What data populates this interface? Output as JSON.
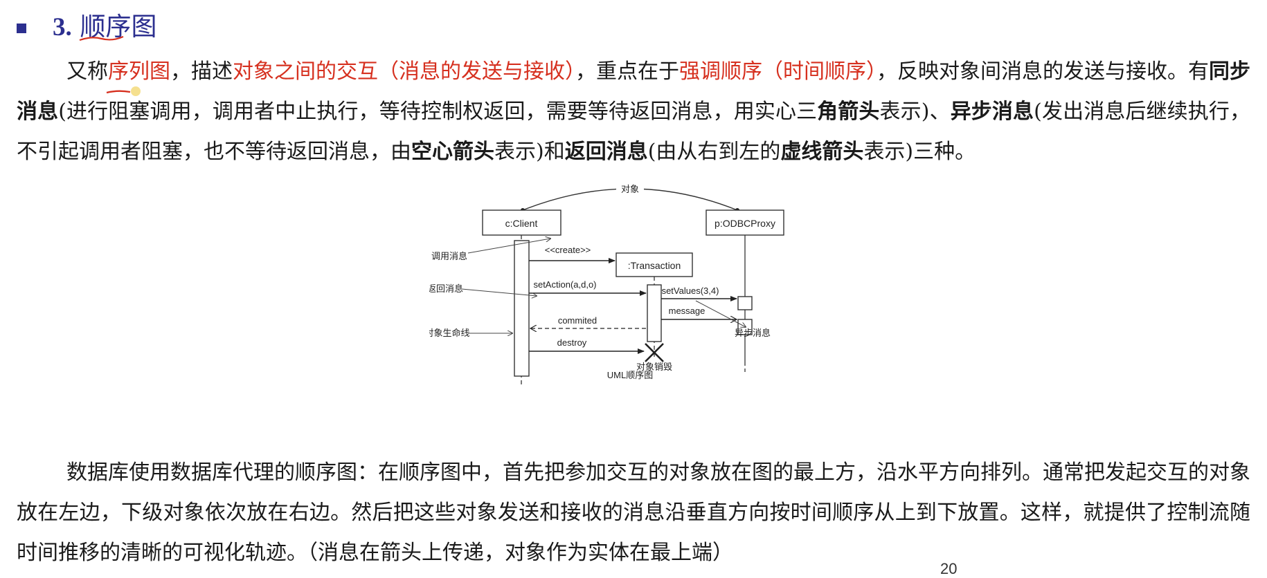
{
  "heading": {
    "number": "3.",
    "title": "顺序图"
  },
  "paragraph1": [
    {
      "t": "又称",
      "s": ""
    },
    {
      "t": "序列图",
      "s": "red"
    },
    {
      "t": "，描述",
      "s": ""
    },
    {
      "t": "对象之间的交互（消息的发送与接收）",
      "s": "red"
    },
    {
      "t": "，重点在于",
      "s": ""
    },
    {
      "t": "强调顺序（时间顺序）",
      "s": "red"
    },
    {
      "t": "，反映对象间消息的发送与接收。有",
      "s": ""
    },
    {
      "t": "同步消息",
      "s": "bold"
    },
    {
      "t": "(进行阻塞调用，调用者中止执行，等待控制权返回，需要等待返回消息，用实心三",
      "s": ""
    },
    {
      "t": "角箭头",
      "s": "bold"
    },
    {
      "t": "表示)、",
      "s": ""
    },
    {
      "t": "异步消息",
      "s": "bold"
    },
    {
      "t": "(发出消息后继续执行，不引起调用者阻塞，也不等待返回消息，由",
      "s": ""
    },
    {
      "t": "空心箭头",
      "s": "bold"
    },
    {
      "t": "表示)和",
      "s": ""
    },
    {
      "t": "返回消息",
      "s": "bold"
    },
    {
      "t": "(由从右到左的",
      "s": ""
    },
    {
      "t": "虚线箭头",
      "s": "bold"
    },
    {
      "t": "表示)三种。",
      "s": ""
    }
  ],
  "diagram": {
    "top_label": "对象",
    "objects": {
      "client": "c:Client",
      "proxy": "p:ODBCProxy",
      "transaction": ":Transaction"
    },
    "messages": {
      "create": "<<create>>",
      "set_action": "setAction(a,d,o)",
      "set_values": "setValues(3,4)",
      "message": "message",
      "commited": "commited",
      "destroy": "destroy"
    },
    "annotations": {
      "call_message": "调用消息",
      "return_message": "返回消息",
      "lifeline": "对象生命线",
      "destroy_object": "对象销毁",
      "async_message": "异步消息"
    },
    "caption": "UML顺序图"
  },
  "paragraph2": "数据库使用数据库代理的顺序图：在顺序图中，首先把参加交互的对象放在图的最上方，沿水平方向排列。通常把发起交互的对象放在左边，下级对象依次放在右边。然后把这些对象发送和接收的消息沿垂直方向按时间顺序从上到下放置。这样，就提供了控制流随时间推移的清晰的可视化轨迹。（消息在箭头上传递，对象作为实体在最上端）",
  "page_number": "20",
  "colors": {
    "heading": "#2c2f8f",
    "emphasis": "#d6301f",
    "annotation": "#d6301f"
  }
}
